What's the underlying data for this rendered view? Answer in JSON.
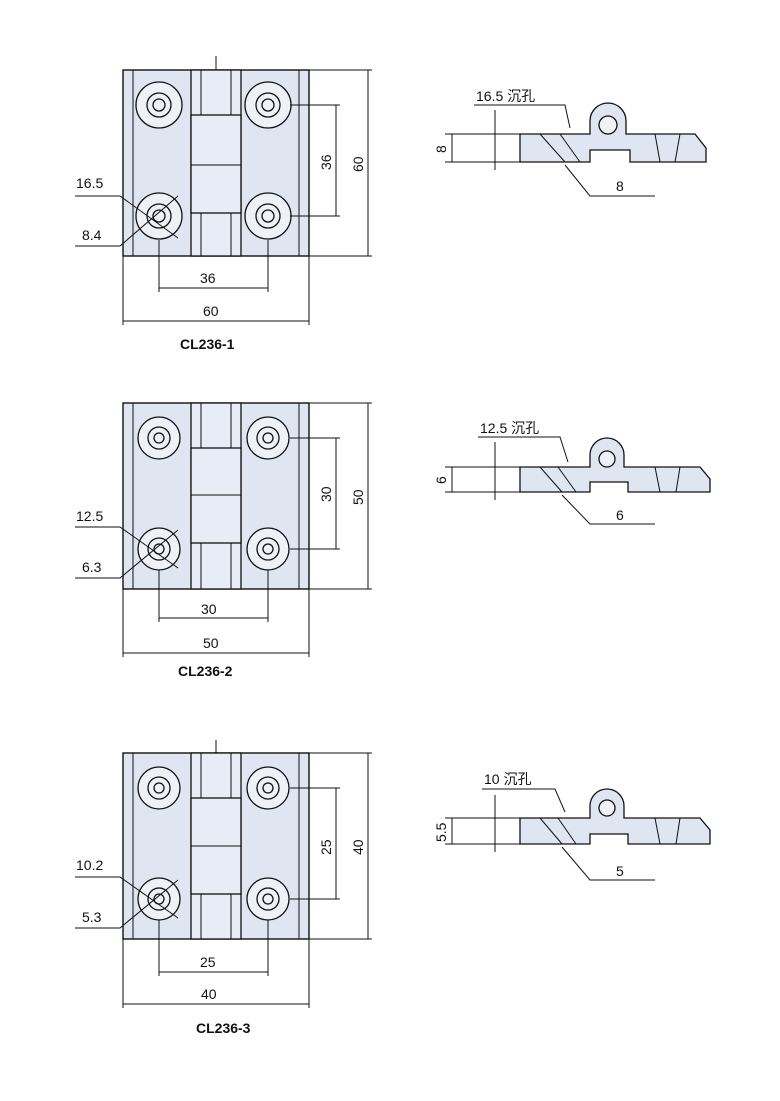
{
  "colors": {
    "part_fill": "#dfe5f1",
    "line": "#111111",
    "background": "#ffffff"
  },
  "units": [
    "CL236-1",
    "CL236-2",
    "CL236-3"
  ],
  "hinges": [
    {
      "model": "CL236-1",
      "hole_spacing": "36",
      "overall": "60",
      "counterbore": "16.5",
      "hole": "8.4",
      "side_counterbore": "16.5 沉孔",
      "side_height": "8",
      "side_thickness": "8"
    },
    {
      "model": "CL236-2",
      "hole_spacing": "30",
      "overall": "50",
      "counterbore": "12.5",
      "hole": "6.3",
      "side_counterbore": "12.5 沉孔",
      "side_height": "6",
      "side_thickness": "6"
    },
    {
      "model": "CL236-3",
      "hole_spacing": "25",
      "overall": "40",
      "counterbore": "10.2",
      "hole": "5.3",
      "side_counterbore": "10 沉孔",
      "side_height": "5.5",
      "side_thickness": "5"
    }
  ]
}
